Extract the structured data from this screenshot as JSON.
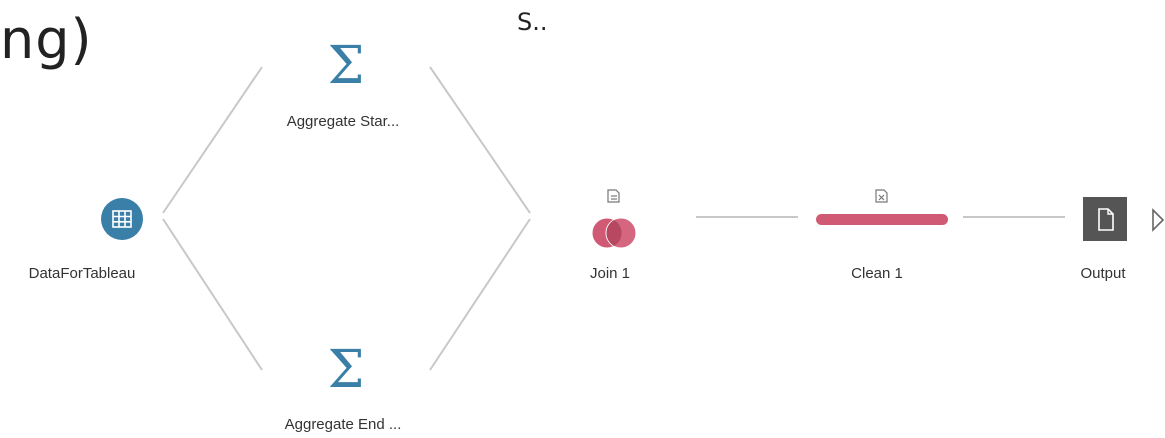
{
  "header": {
    "title_fragment": "ng)",
    "corner_text": "S.."
  },
  "nodes": {
    "input": {
      "label": "DataForTableau",
      "icon": "table-icon",
      "color": "#3a7fa8"
    },
    "aggregate_start": {
      "label": "Aggregate Star...",
      "icon": "sigma-icon",
      "color": "#3a7fa8"
    },
    "aggregate_end": {
      "label": "Aggregate End ...",
      "icon": "sigma-icon",
      "color": "#3a7fa8"
    },
    "join": {
      "label": "Join 1",
      "icon": "join-venn-icon",
      "color": "#d05a74"
    },
    "clean": {
      "label": "Clean 1",
      "icon": "clean-bar-icon",
      "color": "#d05a74"
    },
    "output": {
      "label": "Output",
      "icon": "output-file-icon",
      "color": "#555555"
    }
  }
}
